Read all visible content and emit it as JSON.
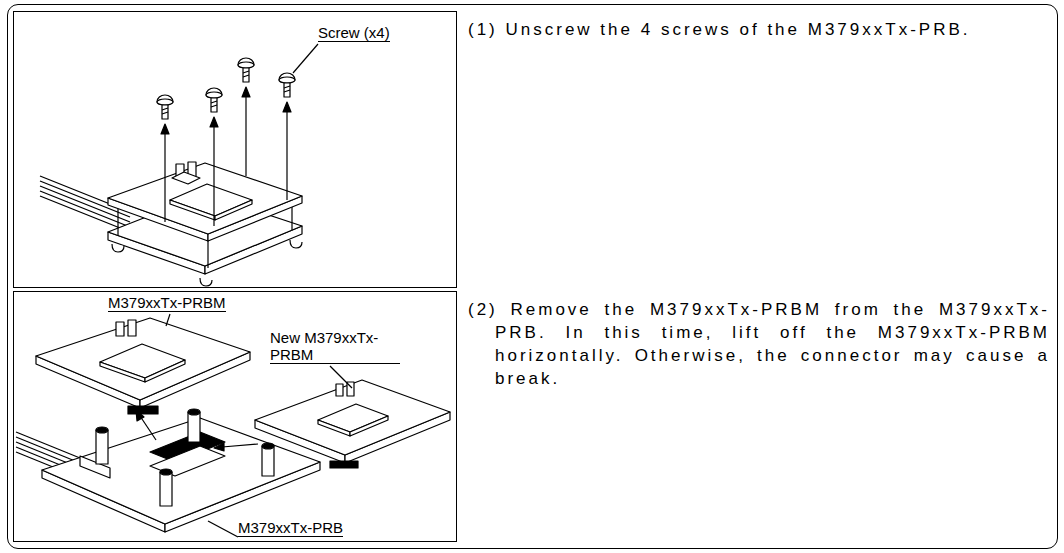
{
  "diagram": {
    "nodes": [
      {
        "text": [
          "(1) Unscrew the 4 screws of the M379xxTx-PRB.",
          "(2) Remove the M379xxTx-PRBM from the M379xxTx-PRB. In this time, lift off the M379xxTx-PRBM horizontally. Otherwise, the connector may cause a break."
        ]
      },
      {
        "text": [
          "Screw (x4)"
        ],
        "in": 0
      },
      {
        "text": [
          "M379xxTx-PRBM",
          "New M379xxTx-PRBM",
          "M379xxTx-PRB"
        ],
        "in": 0
      }
    ]
  }
}
